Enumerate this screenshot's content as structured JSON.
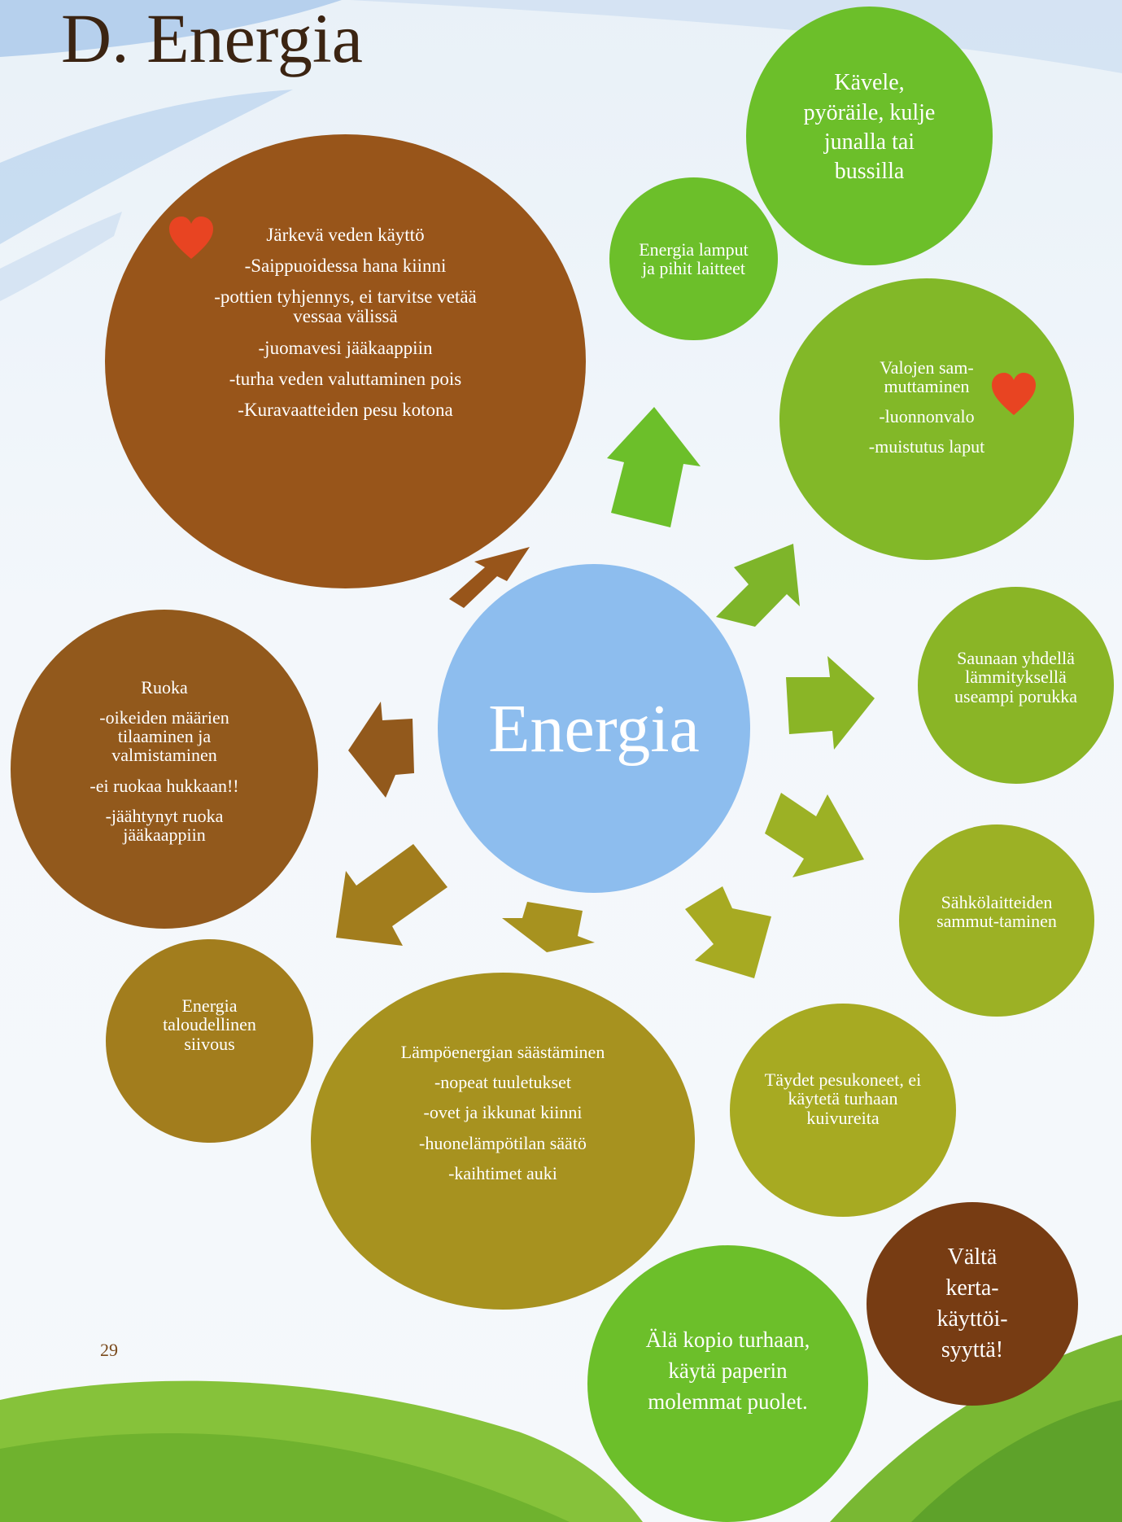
{
  "title": "D. Energia",
  "page_number": "29",
  "center": {
    "label": "Energia",
    "color": "#8dbdee"
  },
  "bubbles": {
    "water": {
      "head": "Järkevä veden käyttö",
      "lines": [
        "-Saippuoidessa hana kiinni",
        "-pottien tyhjennys, ei tarvitse vetää vessaa välissä",
        "-juomavesi jääkaappiin",
        "-turha veden valuttaminen pois",
        "-Kuravaatteiden pesu kotona"
      ],
      "color": "#98551a"
    },
    "lamps": {
      "lines": [
        "Energia lamput ja pihit laitteet"
      ],
      "color": "#6cbf2a"
    },
    "walk": {
      "lines": [
        "Kävele, pyöräile, kulje junalla tai bussilla"
      ],
      "color": "#6cbf2a"
    },
    "lights": {
      "head": "Valojen sam-muttaminen",
      "lines": [
        "-luonnonvalo",
        "-muistutus laput"
      ],
      "color": "#82b828"
    },
    "sauna": {
      "lines": [
        "Saunaan yhdellä lämmityksellä useampi porukka"
      ],
      "color": "#8ab526"
    },
    "devices": {
      "lines": [
        "Sähkölaitteiden sammut-taminen"
      ],
      "color": "#9cb125"
    },
    "washers": {
      "lines": [
        "Täydet pesukoneet, ei käytetä turhaan kuivureita"
      ],
      "color": "#a7aa22"
    },
    "heat": {
      "head": "Lämpöenergian säästäminen",
      "lines": [
        "-nopeat tuuletukset",
        "-ovet ja ikkunat kiinni",
        "-huonelämpötilan säätö",
        "-kaihtimet auki"
      ],
      "color": "#a7921f"
    },
    "cleaning": {
      "lines": [
        "Energia taloudellinen siivous"
      ],
      "color": "#a27d1d"
    },
    "food": {
      "head": "Ruoka",
      "lines": [
        "-oikeiden määrien tilaaminen ja valmistaminen",
        "-ei ruokaa hukkaan!!",
        "-jäähtynyt ruoka jääkaappiin"
      ],
      "color": "#92591c"
    },
    "copy": {
      "lines": [
        "Älä kopio turhaan, käytä paperin molemmat puolet."
      ],
      "color": "#6cbf2a"
    },
    "disposable": {
      "lines": [
        "Vältä kerta-käyttöi-syyttä!"
      ],
      "color": "#773c13"
    }
  },
  "icons": {
    "heart": "heart-icon"
  },
  "colors": {
    "heart": "#e84422"
  }
}
